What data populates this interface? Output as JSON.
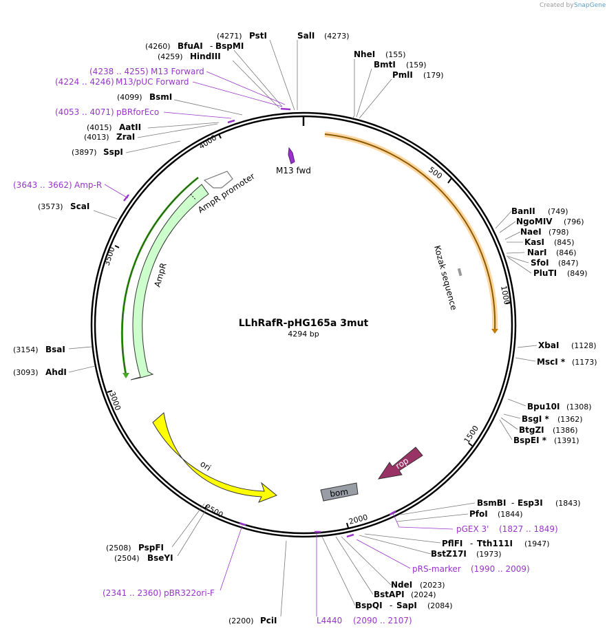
{
  "brand": {
    "created_by": "Created by",
    "name": "SnapGene"
  },
  "plasmid": {
    "name": "LLhRafR-pHG165a 3mut",
    "size": "4294 bp"
  },
  "ticks": [
    "500",
    "1000",
    "1500",
    "2000",
    "2500",
    "3000",
    "3500",
    "4000"
  ],
  "features": {
    "m13fwd": "M13 fwd",
    "kozak": "Kozak sequence",
    "ampr_promoter": "AmpR promoter",
    "ampr": "AmpR",
    "ori": "ori",
    "rop": "rop",
    "bom": "bom"
  },
  "sites": [
    {
      "pos": "(4271)",
      "name": "PstI"
    },
    {
      "name": "SalI",
      "pos": "(4273)"
    },
    {
      "pos": "(4260)",
      "name": "BfuAI",
      "name2": "BspMI"
    },
    {
      "pos": "(4259)",
      "name": "HindIII"
    },
    {
      "pos": "(4099)",
      "name": "BsmI"
    },
    {
      "pos": "(4015)",
      "name": "AatII"
    },
    {
      "pos": "(4013)",
      "name": "ZraI"
    },
    {
      "pos": "(3897)",
      "name": "SspI"
    },
    {
      "pos": "(3573)",
      "name": "ScaI"
    },
    {
      "pos": "(3154)",
      "name": "BsaI"
    },
    {
      "pos": "(3093)",
      "name": "AhdI"
    },
    {
      "pos": "(2508)",
      "name": "PspFI"
    },
    {
      "pos": "(2504)",
      "name": "BseYI"
    },
    {
      "pos": "(2200)",
      "name": "PciI"
    },
    {
      "name": "NheI",
      "pos": "(155)"
    },
    {
      "name": "BmtI",
      "pos": "(159)"
    },
    {
      "name": "PmlI",
      "pos": "(179)"
    },
    {
      "name": "BanII",
      "pos": "(749)"
    },
    {
      "name": "NgoMIV",
      "pos": "(796)"
    },
    {
      "name": "NaeI",
      "pos": "(798)"
    },
    {
      "name": "KasI",
      "pos": "(845)"
    },
    {
      "name": "NarI",
      "pos": "(846)"
    },
    {
      "name": "SfoI",
      "pos": "(847)"
    },
    {
      "name": "PluTI",
      "pos": "(849)"
    },
    {
      "name": "XbaI",
      "pos": "(1128)"
    },
    {
      "name": "MscI *",
      "pos": "(1173)"
    },
    {
      "name": "Bpu10I",
      "pos": "(1308)"
    },
    {
      "name": "BsgI *",
      "pos": "(1362)"
    },
    {
      "name": "BtgZI",
      "pos": "(1386)"
    },
    {
      "name": "BspEI *",
      "pos": "(1391)"
    },
    {
      "name": "BsmBI",
      "name2": "Esp3I",
      "pos": "(1843)"
    },
    {
      "name": "PfoI",
      "pos": "(1844)"
    },
    {
      "name": "PflFI",
      "name2": "Tth111I",
      "pos": "(1947)"
    },
    {
      "name": "BstZ17I",
      "pos": "(1973)"
    },
    {
      "name": "NdeI",
      "pos": "(2023)"
    },
    {
      "name": "BstAPI",
      "pos": "(2024)"
    },
    {
      "name": "BspQI",
      "name2": "SapI",
      "pos": "(2084)"
    }
  ],
  "primers": [
    {
      "range": "(4238 .. 4255)",
      "name": "M13 Forward"
    },
    {
      "range": "(4224 .. 4246)",
      "name": "M13/pUC Forward"
    },
    {
      "range": "(4053 .. 4071)",
      "name": "pBRforEco"
    },
    {
      "range": "(3643 .. 3662)",
      "name": "Amp-R"
    },
    {
      "range": "(2341 .. 2360)",
      "name": "pBR322ori-F"
    },
    {
      "name": "pGEX 3'",
      "range": "(1827 .. 1849)"
    },
    {
      "name": "pRS-marker",
      "range": "(1990 .. 2009)"
    },
    {
      "name": "L4440",
      "range": "(2090 .. 2107)"
    }
  ]
}
